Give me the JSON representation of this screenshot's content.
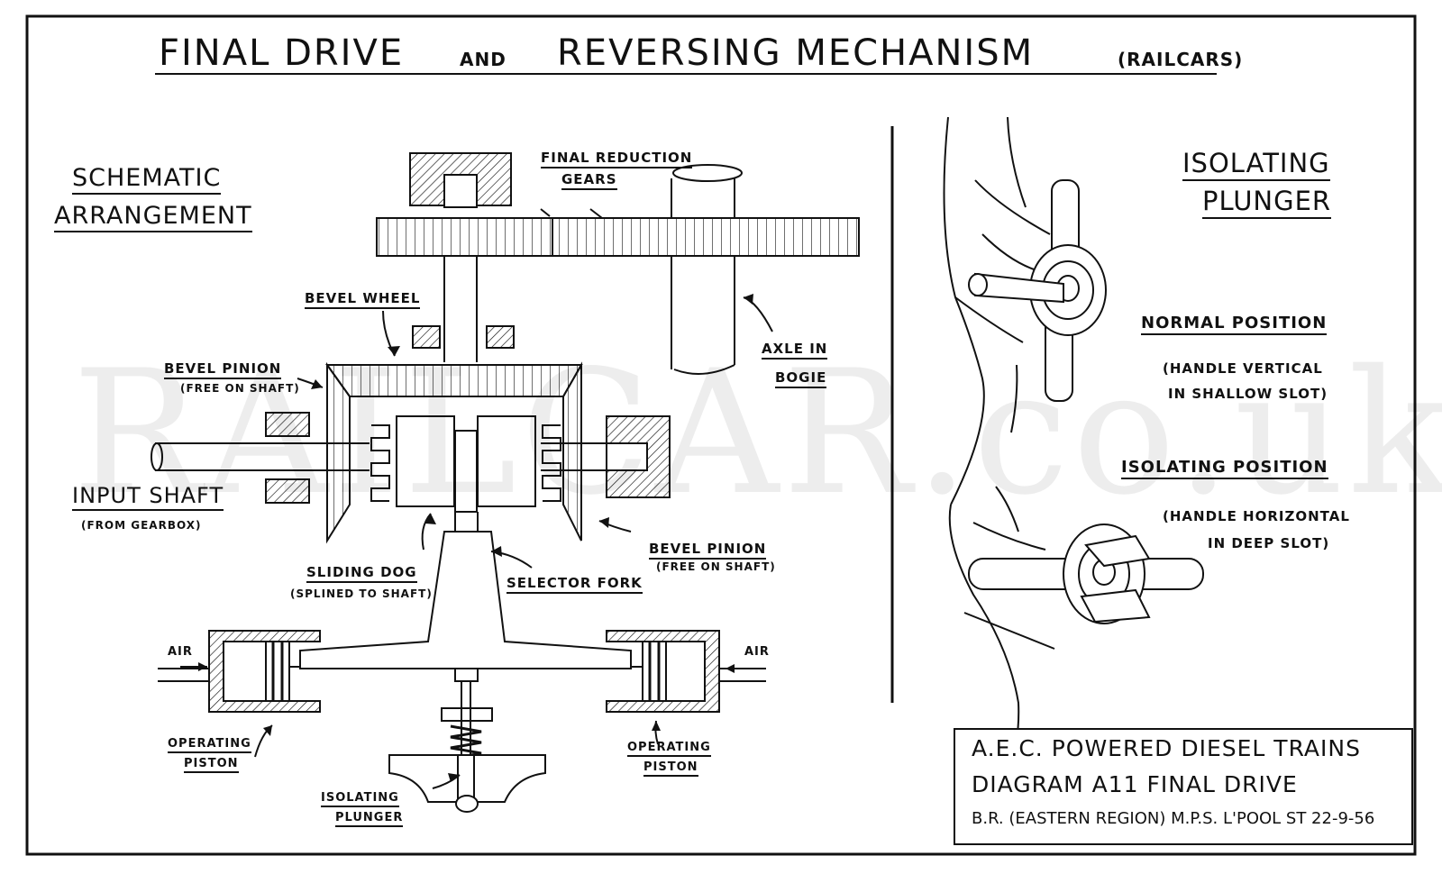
{
  "title": {
    "main_1": "FINAL DRIVE",
    "and": "AND",
    "main_2": "REVERSING MECHANISM",
    "sub": "(RAILCARS)"
  },
  "watermark": "RAILCAR.co.uk",
  "schematic": {
    "heading_1": "SCHEMATIC",
    "heading_2": "ARRANGEMENT",
    "labels": {
      "final_reduction_1": "FINAL REDUCTION",
      "final_reduction_2": "GEARS",
      "bevel_wheel": "BEVEL WHEEL",
      "bevel_pinion_left_1": "BEVEL PINION",
      "bevel_pinion_left_2": "(FREE ON SHAFT)",
      "axle_1": "AXLE IN",
      "axle_2": "BOGIE",
      "input_shaft_1": "INPUT SHAFT",
      "input_shaft_2": "(FROM GEARBOX)",
      "sliding_dog_1": "SLIDING DOG",
      "sliding_dog_2": "(SPLINED TO SHAFT)",
      "selector_fork": "SELECTOR FORK",
      "bevel_pinion_right_1": "BEVEL PINION",
      "bevel_pinion_right_2": "(FREE ON SHAFT)",
      "air_left": "AIR",
      "air_right": "AIR",
      "operating_piston_left_1": "OPERATING",
      "operating_piston_left_2": "PISTON",
      "operating_piston_right_1": "OPERATING",
      "operating_piston_right_2": "PISTON",
      "isolating_plunger_1": "ISOLATING",
      "isolating_plunger_2": "PLUNGER"
    }
  },
  "isolating": {
    "heading_1": "ISOLATING",
    "heading_2": "PLUNGER",
    "normal_title": "NORMAL POSITION",
    "normal_1": "(HANDLE VERTICAL",
    "normal_2": "IN SHALLOW SLOT)",
    "iso_title": "ISOLATING POSITION",
    "iso_1": "(HANDLE HORIZONTAL",
    "iso_2": "IN DEEP SLOT)"
  },
  "credit": {
    "line_1": "A.E.C. POWERED DIESEL TRAINS",
    "line_2": "DIAGRAM A11   FINAL DRIVE",
    "line_3": "B.R. (EASTERN REGION)  M.P.S. L'POOL ST  22-9-56"
  }
}
